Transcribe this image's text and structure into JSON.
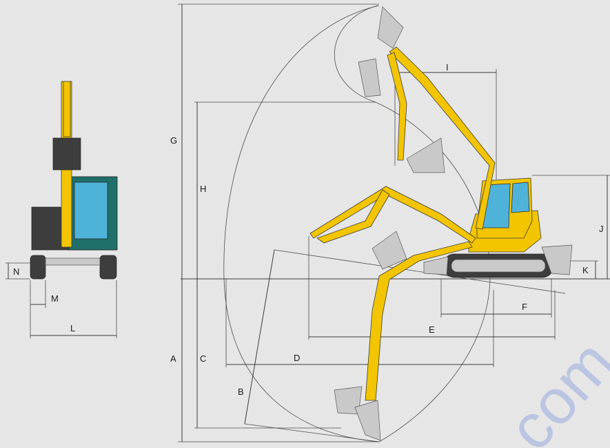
{
  "labels": {
    "A": "A",
    "B": "B",
    "C": "C",
    "D": "D",
    "E": "E",
    "F": "F",
    "G": "G",
    "H": "H",
    "I": "I",
    "J": "J",
    "K": "K",
    "L": "L",
    "M": "M",
    "N": "N"
  },
  "watermark": "com",
  "colors": {
    "yellow": "#f2c500",
    "glass": "#4fb3d9",
    "cab_teal": "#1f6f6a",
    "background": "#e6e6e6"
  }
}
